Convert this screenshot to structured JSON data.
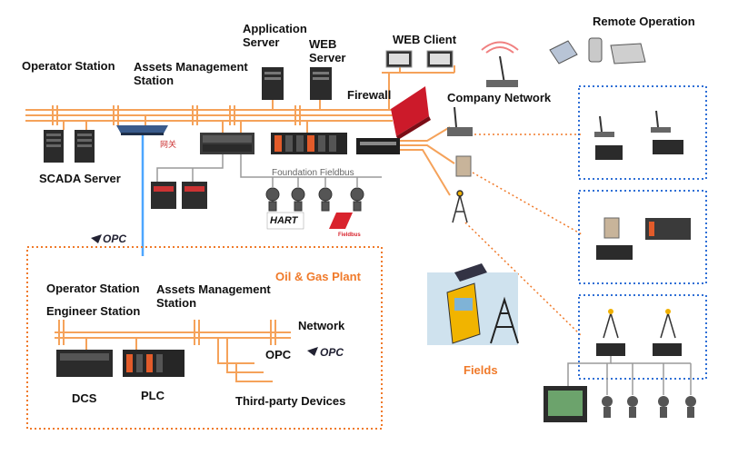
{
  "labels": {
    "operator_station_top": "Operator Station",
    "assets_mgmt_top": "Assets Management\nStation",
    "application_server": "Application\nServer",
    "web_server": "WEB\nServer",
    "web_client": "WEB Client",
    "remote_operation": "Remote Operation",
    "firewall": "Firewall",
    "company_network": "Company Network",
    "scada_server": "SCADA Server",
    "foundation_fieldbus": "Foundation Fieldbus",
    "gateway_mark": "网关",
    "hart": "HART",
    "fieldbus_logo": "Fieldbus",
    "opc_top": "OPC",
    "oil_gas_plant": "Oil & Gas Plant",
    "operator_station_plant": "Operator Station",
    "engineer_station": "Engineer Station",
    "assets_mgmt_plant": "Assets Management\nStation",
    "network": "Network",
    "opc_plant": "OPC",
    "opc_logo_plant": "OPC",
    "dcs": "DCS",
    "plc": "PLC",
    "third_party": "Third-party Devices",
    "fields": "Fields"
  },
  "colors": {
    "bus_orange": "#f5a25a",
    "accent_orange": "#f07a2a",
    "dotted_blue": "#2f6fd6",
    "gateway_blue": "#4da6ff",
    "firewall_red": "#cc1a2a",
    "gray_line": "#9a9a9a"
  }
}
